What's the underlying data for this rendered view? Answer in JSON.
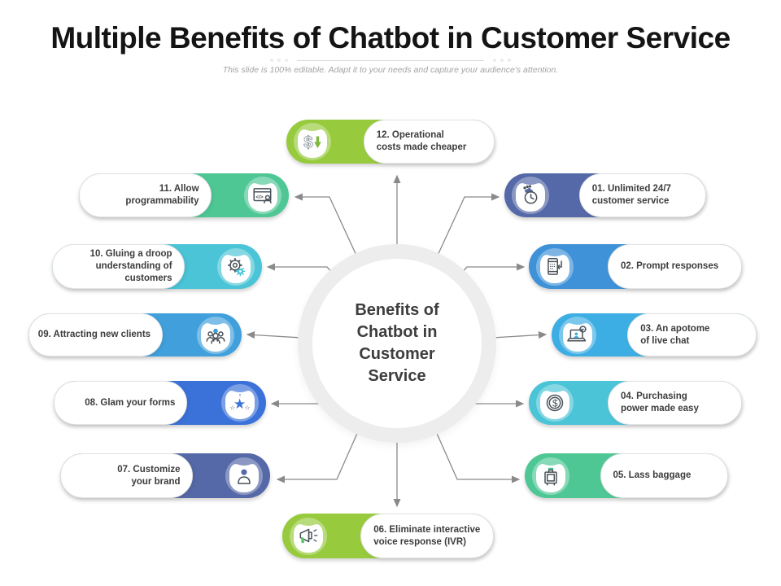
{
  "header": {
    "title": "Multiple Benefits of Chatbot in Customer Service",
    "subtitle": "This slide is 100% editable. Adapt it to your needs and capture your audience's attention."
  },
  "center": {
    "label": "Benefits of\nChatbot in\nCustomer\nService"
  },
  "colors": {
    "green": "#97ca3d",
    "teal": "#4fc795",
    "cyan": "#4ac4d6",
    "sky_blue": "#41a0dc",
    "bright_blue": "#3f92d8",
    "light_blue": "#3daee3",
    "royal_blue": "#3b72d9",
    "indigo": "#5568a7",
    "connector_gray": "#8a8a8a"
  },
  "items": [
    {
      "id": "01",
      "label": "01. Unlimited 24/7\ncustomer service",
      "color": "#5568a7",
      "icon": "clock-24-7-icon"
    },
    {
      "id": "02",
      "label": "02. Prompt responses",
      "color": "#3f92d8",
      "icon": "phone-chat-icon"
    },
    {
      "id": "03",
      "label": "03. An apotome\nof live chat",
      "color": "#3daee3",
      "icon": "laptop-chat-icon"
    },
    {
      "id": "04",
      "label": "04. Purchasing\npower made easy",
      "color": "#4ac4d6",
      "icon": "dollar-coin-icon"
    },
    {
      "id": "05",
      "label": "05. Lass baggage",
      "color": "#4fc795",
      "icon": "luggage-icon"
    },
    {
      "id": "06",
      "label": "06. Eliminate interactive\nvoice response (IVR)",
      "color": "#97ca3d",
      "icon": "megaphone-icon"
    },
    {
      "id": "07",
      "label": "07. Customize\nyour brand",
      "color": "#5568a7",
      "icon": "person-icon"
    },
    {
      "id": "08",
      "label": "08. Glam your forms",
      "color": "#3b72d9",
      "icon": "stars-icon"
    },
    {
      "id": "09",
      "label": "09. Attracting new clients",
      "color": "#41a0dc",
      "icon": "people-group-icon"
    },
    {
      "id": "10",
      "label": "10. Gluing a droop\nunderstanding of\ncustomers",
      "color": "#4ac4d6",
      "icon": "gears-icon"
    },
    {
      "id": "11",
      "label": "11. Allow\nprogrammability",
      "color": "#4fc795",
      "icon": "code-window-icon"
    },
    {
      "id": "12",
      "label": "12. Operational\ncosts made cheaper",
      "color": "#97ca3d",
      "icon": "dollar-down-icon"
    }
  ]
}
